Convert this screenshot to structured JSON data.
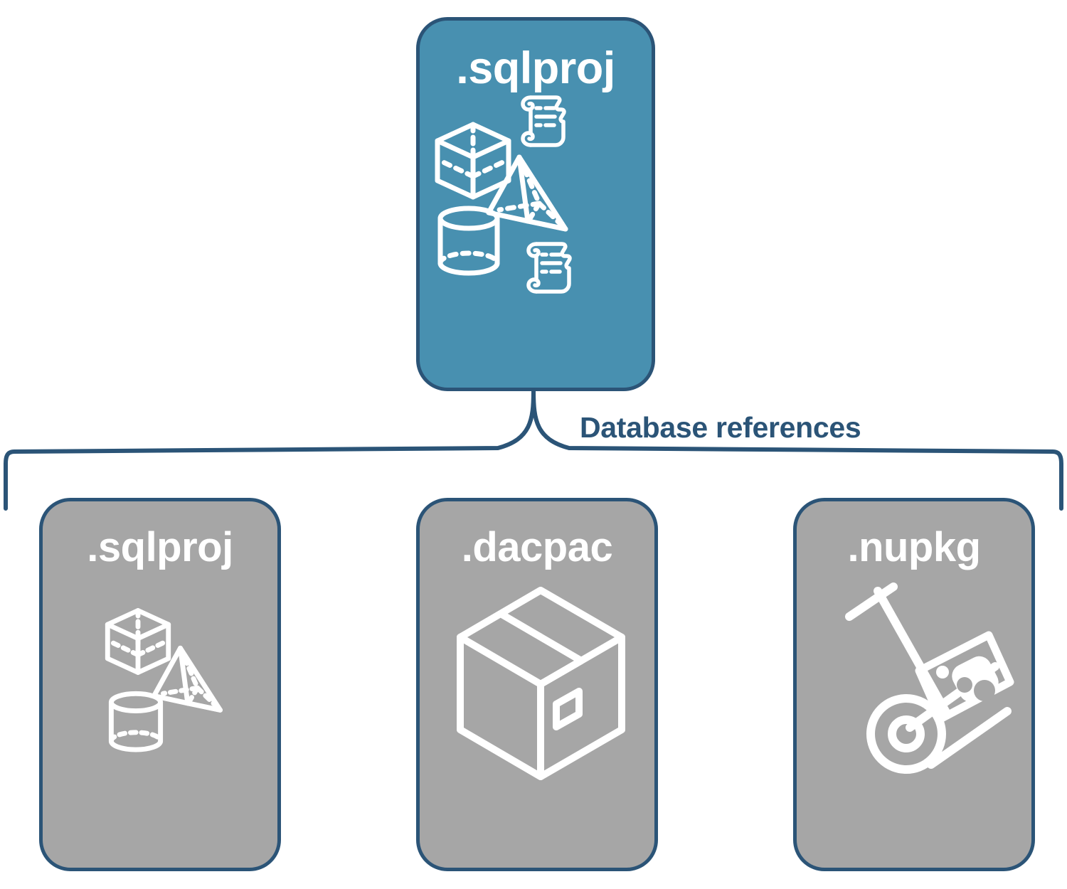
{
  "diagram": {
    "type": "hierarchy",
    "title": "SQL project database references",
    "colors": {
      "primary_fill": "#4890b0",
      "secondary_fill": "#a6a6a6",
      "card_border": "#2b5477",
      "bracket_stroke": "#2b5477",
      "label_text": "#2b5477",
      "icon_stroke": "#ffffff",
      "background": "#ffffff"
    }
  },
  "root": {
    "label": ".sqlproj",
    "icons": [
      "cube-icon",
      "scroll-icon",
      "pyramid-icon",
      "cylinder-icon",
      "scroll-icon"
    ]
  },
  "connector": {
    "label": "Database references",
    "shape": "bracket"
  },
  "children": [
    {
      "id": "sqlproj-ref",
      "label": ".sqlproj",
      "icons": [
        "cube-icon",
        "pyramid-icon",
        "cylinder-icon"
      ]
    },
    {
      "id": "dacpac",
      "label": ".dacpac",
      "icons": [
        "package-box-icon"
      ]
    },
    {
      "id": "nupkg",
      "label": ".nupkg",
      "icons": [
        "hand-truck-icon",
        "nuget-package-icon"
      ]
    }
  ]
}
